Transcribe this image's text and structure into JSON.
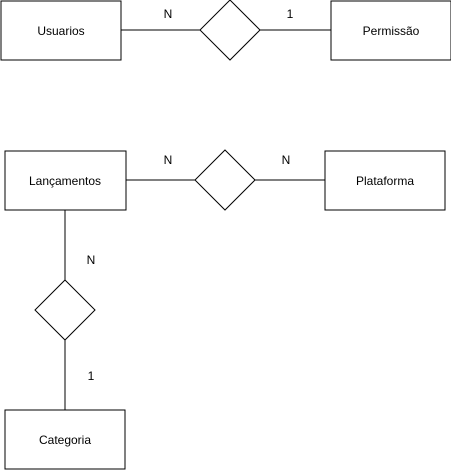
{
  "diagram": {
    "entities": {
      "usuarios": "Usuarios",
      "permissao": "Permissão",
      "lancamentos": "Lançamentos",
      "plataforma": "Plataforma",
      "categoria": "Categoria"
    },
    "cardinalities": {
      "usuarios_side": "N",
      "permissao_side": "1",
      "lancamentos_plataforma_side": "N",
      "plataforma_side": "N",
      "lancamentos_categoria_side": "N",
      "categoria_side": "1"
    }
  }
}
